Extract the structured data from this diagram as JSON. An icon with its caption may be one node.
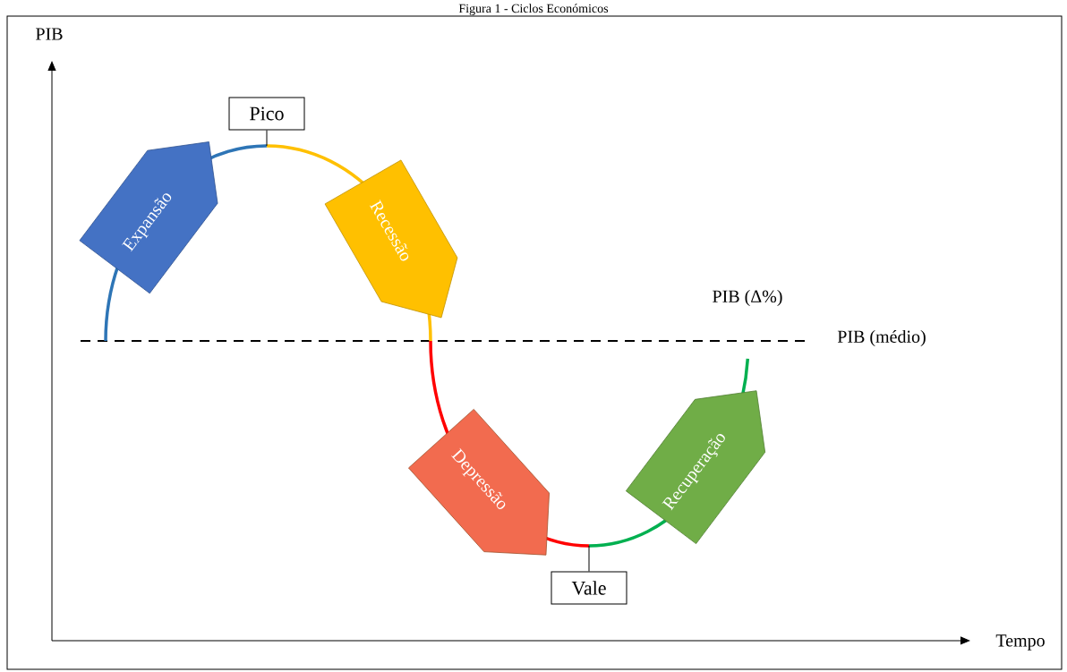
{
  "diagram": {
    "title": "Figura 1 - Ciclos Económicos",
    "nodes": [
      {
        "text": [
          "Pico"
        ]
      },
      {
        "text": [
          "Expansão"
        ]
      },
      {
        "text": [
          "Recessão"
        ]
      },
      {
        "text": [
          "Depressão"
        ]
      },
      {
        "text": [
          "Recuperação"
        ]
      },
      {
        "text": [
          "Vale"
        ]
      }
    ],
    "edges": [
      {
        "from": 0,
        "to": null,
        "arrow": "none"
      },
      {
        "from": 5,
        "to": null,
        "arrow": "none"
      }
    ],
    "labels": [
      "PIB",
      "PIB (Δ%)",
      "PIB (médio)",
      "Tempo"
    ]
  }
}
